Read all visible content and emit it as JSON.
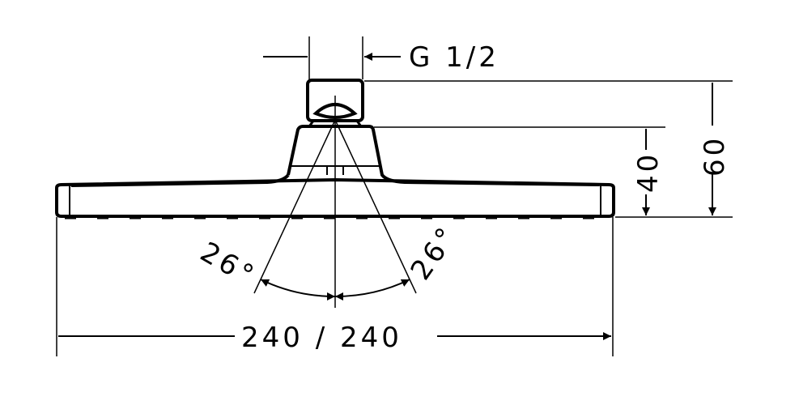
{
  "dimensions": {
    "thread": "G 1/2",
    "total_height": "60",
    "head_height": "40",
    "width": "240 / 240",
    "angle_left": "26°",
    "angle_right": "26°"
  },
  "colors": {
    "line": "#000000",
    "background": "#ffffff"
  }
}
